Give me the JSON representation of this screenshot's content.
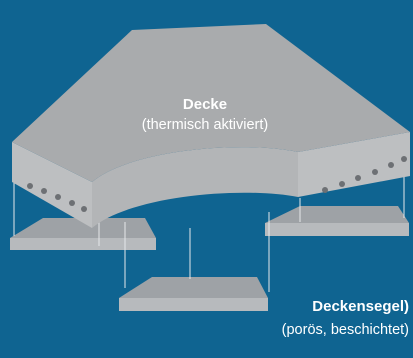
{
  "ceiling": {
    "title": "Decke",
    "subtitle": "(thermisch aktiviert)"
  },
  "sail": {
    "title": "Deckensegel)",
    "subtitle": "(porös, beschichtet)"
  },
  "colors": {
    "background": "#0f6491",
    "slab_top": "#a9abad",
    "slab_side": "#bdbfc1",
    "sail_top": "#9ea2a6",
    "sail_side": "#b7babd",
    "hole": "#6d7074",
    "label": "#ffffff"
  }
}
